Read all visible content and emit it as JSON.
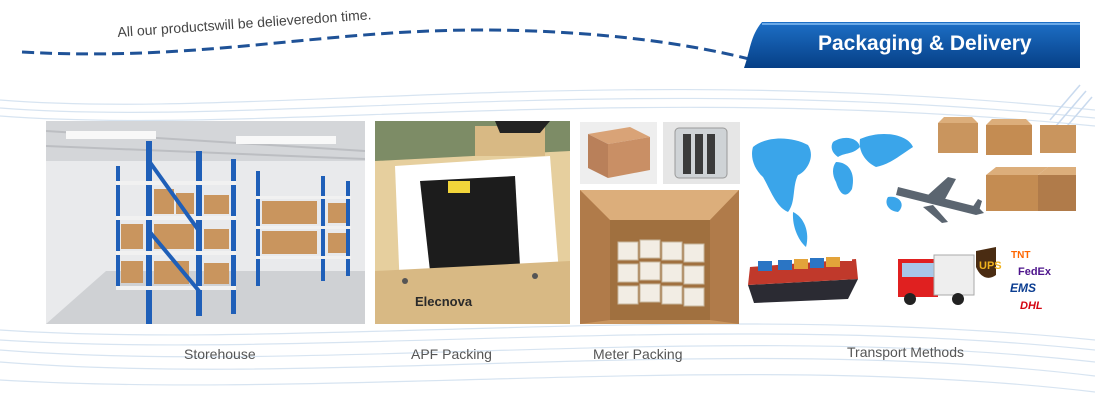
{
  "tagline": "All our productswill be delieveredon time.",
  "banner_title": "Packaging & Delivery",
  "panels": [
    {
      "caption": "Storehouse"
    },
    {
      "caption": "APF Packing"
    },
    {
      "caption": "Meter Packing"
    },
    {
      "caption": "Transport Methods"
    }
  ],
  "box_brand": "Elecnova",
  "carriers": [
    "UPS",
    "TNT",
    "FedEx",
    "EMS",
    "DHL"
  ],
  "colors": {
    "banner_blue": "#0a5ba8",
    "shelf_blue": "#1f5fb8",
    "cardboard": "#c9955e",
    "map_blue": "#3aa5ea"
  }
}
